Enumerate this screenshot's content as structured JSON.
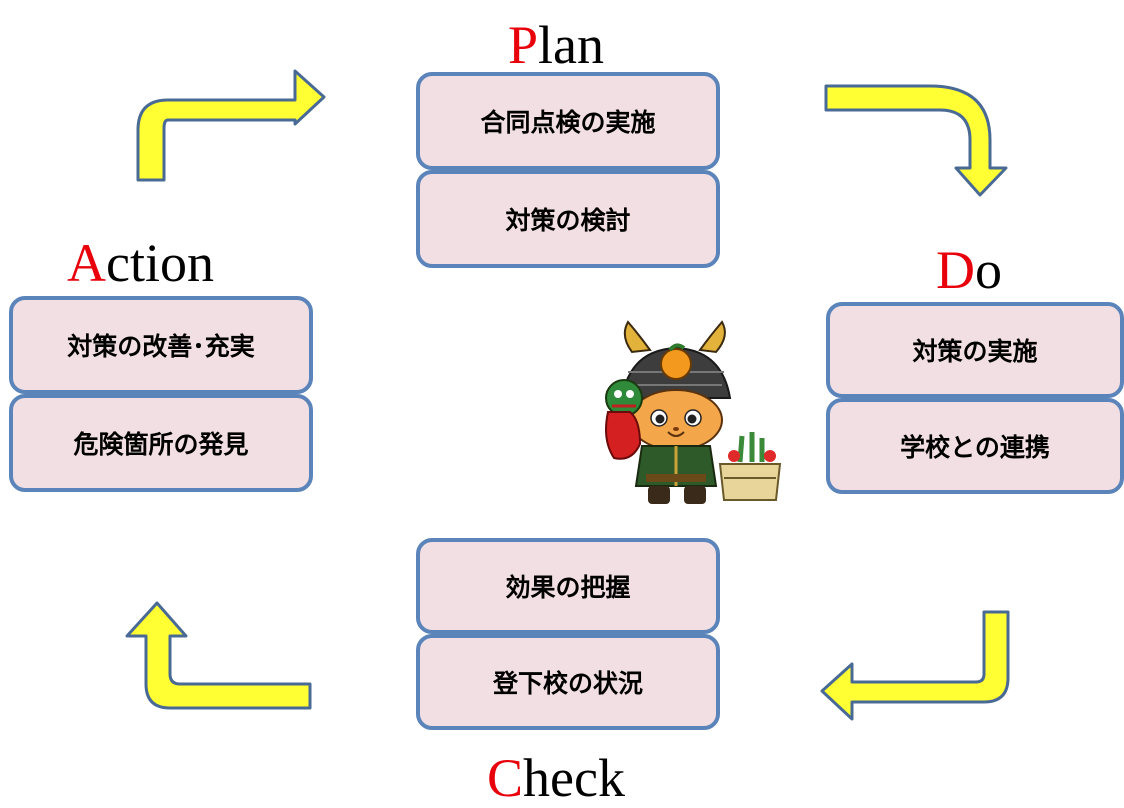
{
  "colors": {
    "box_fill": "#f2dfe3",
    "box_border": "#5b84ba",
    "initial_letter": "#e8000b",
    "arrow_fill": "#ffff33",
    "arrow_stroke": "#4a6a96"
  },
  "phases": {
    "plan": {
      "initial": "P",
      "rest": "lan",
      "items": [
        "合同点検の実施",
        "対策の検討"
      ]
    },
    "do": {
      "initial": "D",
      "rest": "o",
      "items": [
        "対策の実施",
        "学校との連携"
      ]
    },
    "check": {
      "initial": "C",
      "rest": "heck",
      "items": [
        "効果の把握",
        "登下校の状況"
      ]
    },
    "action": {
      "initial": "A",
      "rest": "ction",
      "items": [
        "対策の改善･充実",
        "危険箇所の発見"
      ]
    }
  },
  "center_image": {
    "icon": "samurai-cat-mascot-icon"
  }
}
